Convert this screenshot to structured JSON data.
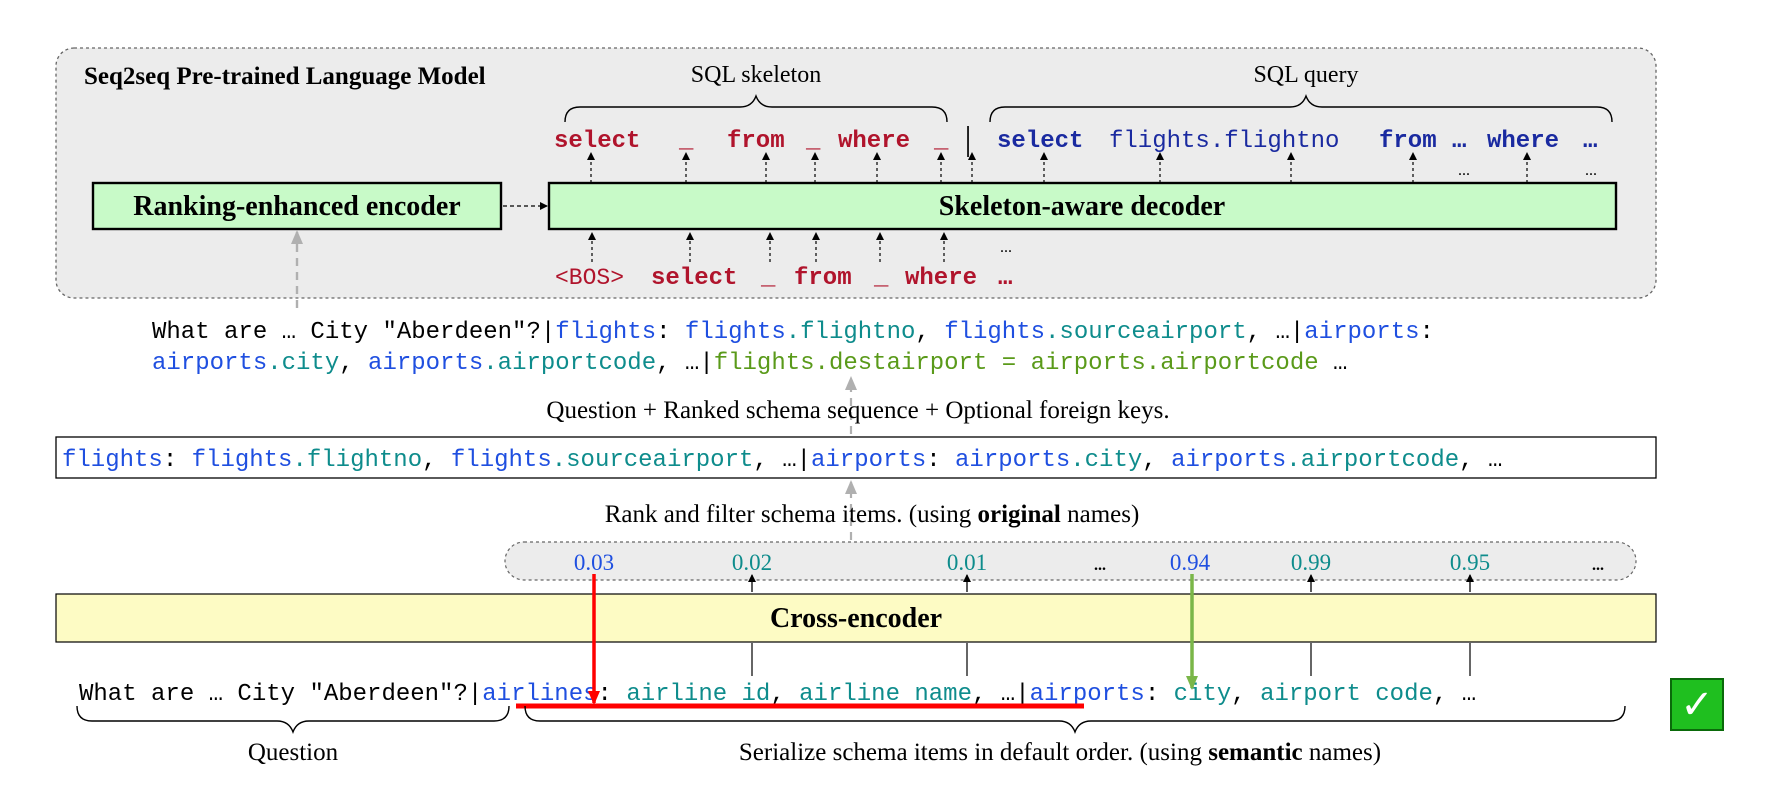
{
  "colors": {
    "keyword_red": "#b0142c",
    "keyword_navy": "#1a2aa0",
    "table_blue": "#1f4fe0",
    "column_teal": "#0e8c8c",
    "fk_green": "#5a9a1a",
    "box_green": "#c8fac8",
    "box_yellow": "#fdfbc4",
    "panel_gray": "#ececec",
    "arrow_red": "#ff0000",
    "arrow_green": "#7ab648",
    "check_green": "#1fbf1f"
  },
  "model": {
    "title": "Seq2seq Pre-trained Language Model",
    "encoder_label": "Ranking-enhanced encoder",
    "decoder_label": "Skeleton-aware decoder",
    "skeleton_brace_label": "SQL skeleton",
    "query_brace_label": "SQL query",
    "output": {
      "sk_select": "select",
      "sk_blank1": "_",
      "sk_from": "from",
      "sk_blank2": "_",
      "sk_where": "where",
      "sk_blank3": "_",
      "separator": "|",
      "q_select": "select",
      "q_column": "flights.flightno",
      "q_from": "from",
      "q_ellipsis1": "…",
      "q_where": "where",
      "q_ellipsis2": "…",
      "dots": "..."
    },
    "input": {
      "bos": "<BOS>",
      "select": "select",
      "blank1": "_",
      "from": "from",
      "blank2": "_",
      "where": "where",
      "ellipsis": "…",
      "dots": "..."
    }
  },
  "encoder_input": {
    "question": "What are … City \"Aberdeen\"?",
    "bar": "|",
    "t1": "flights",
    "colon": ":",
    "c1_table": "flights",
    "c1_dot_col": ".flightno",
    "comma": ",",
    "c2_table": "flights",
    "c2_dot_col": ".sourceairport",
    "ellipsis": "…",
    "t2": "airports",
    "c3_table": "airports",
    "c3_dot_col": ".city",
    "c4_table": "airports",
    "c4_dot_col": ".airportcode",
    "fk": "flights.destairport = airports.airportcode"
  },
  "caption_input": "Question + Ranked schema sequence + Optional foreign keys.",
  "ranked_sequence": {
    "t1": "flights",
    "c1_table": "flights",
    "c1_dot_col": ".flightno",
    "c2_table": "flights",
    "c2_dot_col": ".sourceairport",
    "t2": "airports",
    "c3_table": "airports",
    "c3_dot_col": ".city",
    "c4_table": "airports",
    "c4_dot_col": ".airportcode",
    "colon": ":",
    "comma": ",",
    "bar": "|",
    "ellipsis": "…"
  },
  "caption_rank": {
    "prefix": "Rank and filter schema items.  (using ",
    "bold": "original",
    "suffix": " names)"
  },
  "scores": [
    "0.03",
    "0.02",
    "0.01",
    "...",
    "0.94",
    "0.99",
    "0.95",
    "..."
  ],
  "cross_encoder_label": "Cross-encoder",
  "serialized": {
    "question": "What are … City \"Aberdeen\"?",
    "bar": "|",
    "t1": "airlines",
    "colon": ":",
    "c1": "airline id",
    "comma": ",",
    "c2": "airline name",
    "ellipsis": "…",
    "t2": "airports",
    "c3": "city",
    "c4": "airport code"
  },
  "question_label": "Question",
  "caption_serialize": {
    "prefix": "Serialize schema items in default order. (using ",
    "bold": "semantic",
    "suffix": " names)"
  },
  "checkmark": "✓"
}
